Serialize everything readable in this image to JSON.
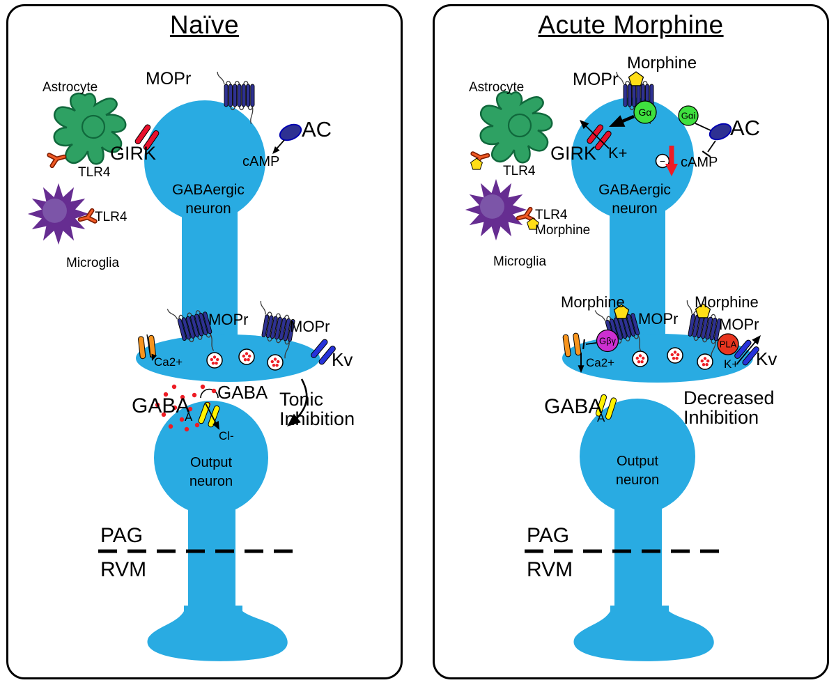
{
  "figure": {
    "description": "Opioid signaling in PAG-RVM pathway, naive vs acute morphine",
    "regions": {
      "upper": "PAG",
      "lower": "RVM"
    }
  },
  "colors": {
    "neuron_blue": "#29ABE2",
    "astrocyte_green": "#2EA163",
    "astrocyte_outline": "#10683C",
    "microglia_purple": "#662D91",
    "microglia_nucleus": "#7C55A8",
    "receptor_navy": "#2E3192",
    "girk_red": "#E8112D",
    "ca_orange": "#F7941D",
    "kv_blue": "#2733D9",
    "gabaa_yellow": "#FFF200",
    "morphine_yellow": "#FFDE17",
    "gprotein_green": "#3FE03F",
    "gbg_magenta": "#CC2FD1",
    "pla_red": "#E8351F",
    "gaba_dot_red": "#ED1C24",
    "camp_arrow_red": "#ED1C24",
    "tlr4_orange": "#F15A24"
  },
  "panels": [
    {
      "title": "Naïve",
      "labels": {
        "astrocyte": "Astrocyte",
        "tlr4_astrocyte": "TLR4",
        "microglia": "Microglia",
        "tlr4_microglia": "TLR4",
        "mopr_soma": "MOPr",
        "girk": "GIRK",
        "ac": "AC",
        "camp": "cAMP",
        "gabaergic_neuron": "GABAergic\nneuron",
        "mopr_terminal_left": "MOPr",
        "mopr_terminal_right": "MOPr",
        "ca2": "Ca2+",
        "kv": "Kv",
        "gaba": "GABA",
        "gabaa": "GABA",
        "gabaa_sub": "A",
        "cl": "Cl-",
        "inhibition": "Tonic\nInhibition",
        "output_neuron": "Output\nneuron",
        "pag": "PAG",
        "rvm": "RVM"
      }
    },
    {
      "title": "Acute Morphine",
      "labels": {
        "astrocyte": "Astrocyte",
        "tlr4_astrocyte": "TLR4",
        "microglia": "Microglia",
        "tlr4_microglia": "TLR4",
        "morphine_microglia": "Morphine",
        "morphine_soma": "Morphine",
        "mopr_soma": "MOPr",
        "g_alpha": "Gα",
        "g_alpha_i": "Gαi",
        "girk": "GIRK",
        "k_soma": "K+",
        "ac": "AC",
        "minus": "−",
        "camp": "cAMP",
        "gabaergic_neuron": "GABAergic\nneuron",
        "morphine_terminal_left": "Morphine",
        "mopr_terminal_left": "MOPr",
        "g_beta_gamma": "Gβγ",
        "ca2": "Ca2+",
        "morphine_terminal_right": "Morphine",
        "mopr_terminal_right": "MOPr",
        "pla": "PLA",
        "k_terminal": "K+",
        "kv": "Kv",
        "gabaa": "GABA",
        "gabaa_sub": "A",
        "inhibition": "Decreased\nInhibition",
        "output_neuron": "Output\nneuron",
        "pag": "PAG",
        "rvm": "RVM"
      }
    }
  ]
}
